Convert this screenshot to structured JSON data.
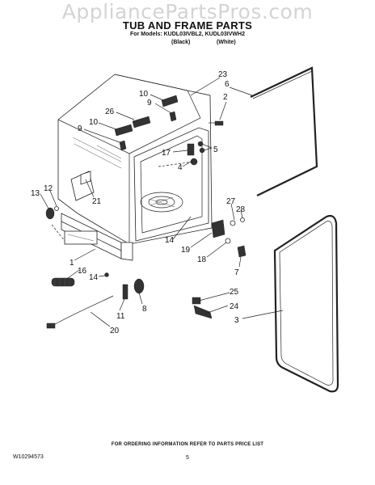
{
  "watermark": "AppliancePartsPros.com",
  "title": "TUB AND FRAME PARTS",
  "models_line": "For Models: KUDL03IVBL2, KUDL03IVWH2",
  "color_black": "(Black)",
  "color_white": "(White)",
  "footer_text": "FOR ORDERING INFORMATION REFER TO PARTS PRICE LIST",
  "doc_number": "W10294573",
  "page_number": "5",
  "callouts": {
    "c23": "23",
    "c6": "6",
    "c2": "2",
    "c10a": "10",
    "c9a": "9",
    "c26": "26",
    "c10b": "10",
    "c9b": "9",
    "c5": "5",
    "c17": "17",
    "c4": "4",
    "c13": "13",
    "c12": "12",
    "c21": "21",
    "c27": "27",
    "c28": "28",
    "c14a": "14",
    "c19": "19",
    "c18": "18",
    "c7": "7",
    "c1": "1",
    "c16": "16",
    "c14b": "14",
    "c11": "11",
    "c8": "8",
    "c25": "25",
    "c24": "24",
    "c3": "3",
    "c20": "20"
  }
}
